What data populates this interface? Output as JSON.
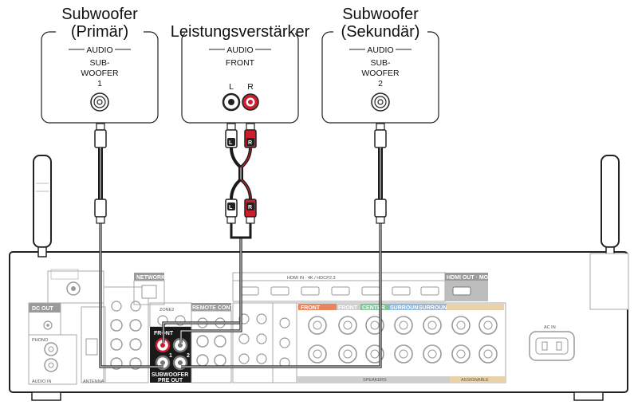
{
  "devices": {
    "sub1": {
      "title_line1": "Subwoofer",
      "title_line2": "(Primär)",
      "section": "AUDIO",
      "jack_line1": "SUB-",
      "jack_line2": "WOOFER",
      "jack_line3": "1"
    },
    "amp": {
      "title": "Leistungsverstärker",
      "section": "AUDIO",
      "jack_label": "FRONT",
      "left_label": "L",
      "right_label": "R"
    },
    "sub2": {
      "title_line1": "Subwoofer",
      "title_line2": "(Sekundär)",
      "section": "AUDIO",
      "jack_line1": "SUB-",
      "jack_line2": "WOOFER",
      "jack_line3": "2"
    }
  },
  "plugs": {
    "left_badge": "L",
    "right_badge": "R"
  },
  "receiver": {
    "pre_out_label": "PRE OUT",
    "front_label": "FRONT",
    "subwoofer_label": "SUBWOOFER",
    "sub_nums": [
      "1",
      "2"
    ],
    "network_label": "NETWORK",
    "antenna_label": "ANTENNA",
    "ac_in_label": "AC IN",
    "dc_out_label": "DC OUT",
    "speakers_label": "SPEAKERS",
    "assignable_label": "ASSIGNABLE",
    "hdmi_label": "HDMI IN · 4K / HDCP2.3",
    "monitor_label": "HDMI OUT · MONITOR",
    "phono_label": "PHONO",
    "remote_label": "REMOTE CONTROL",
    "audio_in_label": "AUDIO IN",
    "zone2_label": "ZONE2",
    "speaker_groups": [
      "FRONT",
      "FRONT",
      "CENTER",
      "SURROUND",
      "SURROUND",
      "",
      ""
    ]
  },
  "colors": {
    "red": "#cc1e2c",
    "front_tag": "#e8855c",
    "center_tag": "#84c39a",
    "surround_tag": "#8fb7dc",
    "surround_back_tag": "#9db4c9",
    "assignable_tag": "#ead2a8",
    "panel_line": "#999999",
    "cable": "#1a1a1a"
  }
}
